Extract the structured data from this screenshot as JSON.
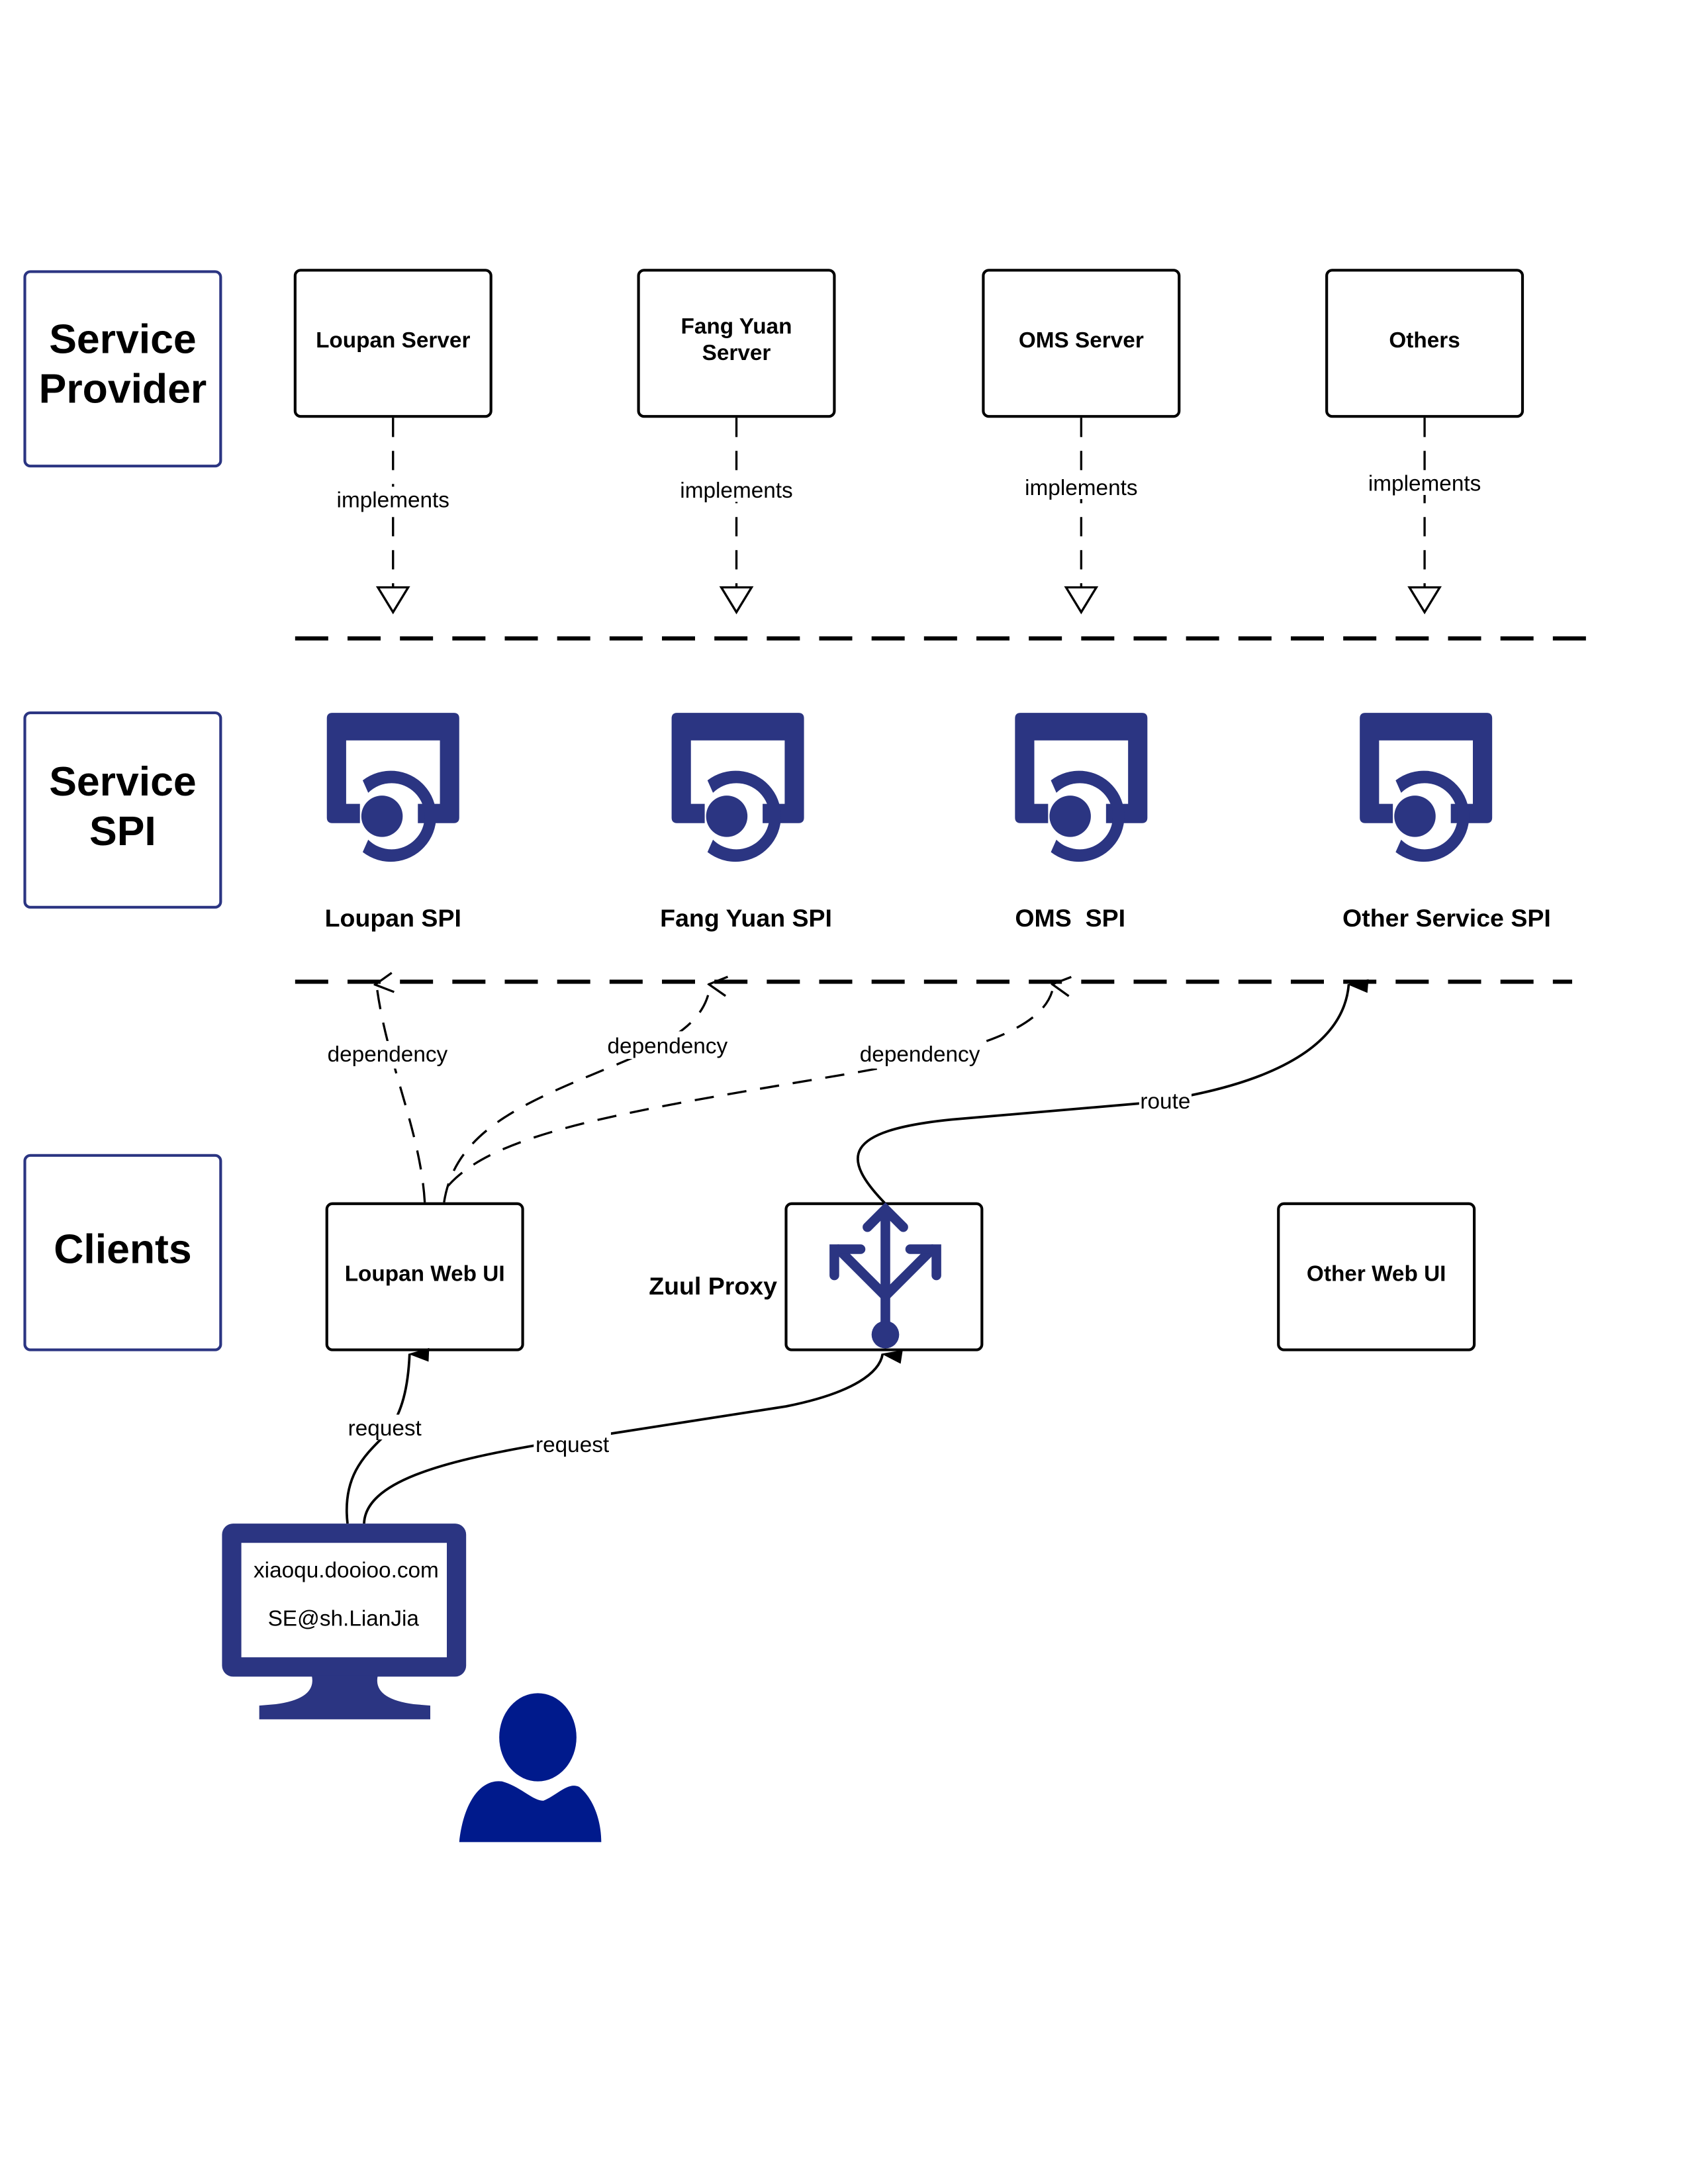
{
  "colors": {
    "layer_border": "#2B3582",
    "icon": "#2B3582",
    "user_icon": "#001A8C",
    "line": "#000000"
  },
  "layers": [
    {
      "id": "provider",
      "line1": "Service",
      "line2": "Provider"
    },
    {
      "id": "spi",
      "line1": "Service",
      "line2": "SPI"
    },
    {
      "id": "clients",
      "line1": "Clients",
      "line2": ""
    }
  ],
  "providers": [
    {
      "name": "Loupan Server",
      "name2": ""
    },
    {
      "name": "Fang Yuan",
      "name2": "Server"
    },
    {
      "name": "OMS Server",
      "name2": ""
    },
    {
      "name": "Others",
      "name2": ""
    }
  ],
  "implements_label": "implements",
  "spis": [
    {
      "name": "Loupan SPI",
      "icon": "api-interface-icon"
    },
    {
      "name": "Fang Yuan SPI",
      "icon": "api-interface-icon"
    },
    {
      "name": "OMS  SPI",
      "icon": "api-interface-icon"
    },
    {
      "name": "Other Service SPI",
      "icon": "api-interface-icon"
    }
  ],
  "dependency_label": "dependency",
  "route_label": "route",
  "request_label": "request",
  "clients": {
    "loupan_web_ui": "Loupan Web UI",
    "zuul_proxy": "Zuul Proxy",
    "other_web_ui": "Other Web UI"
  },
  "monitor": {
    "line1": "xiaoqu.dooioo.com",
    "line2": "SE@sh.LianJia"
  }
}
